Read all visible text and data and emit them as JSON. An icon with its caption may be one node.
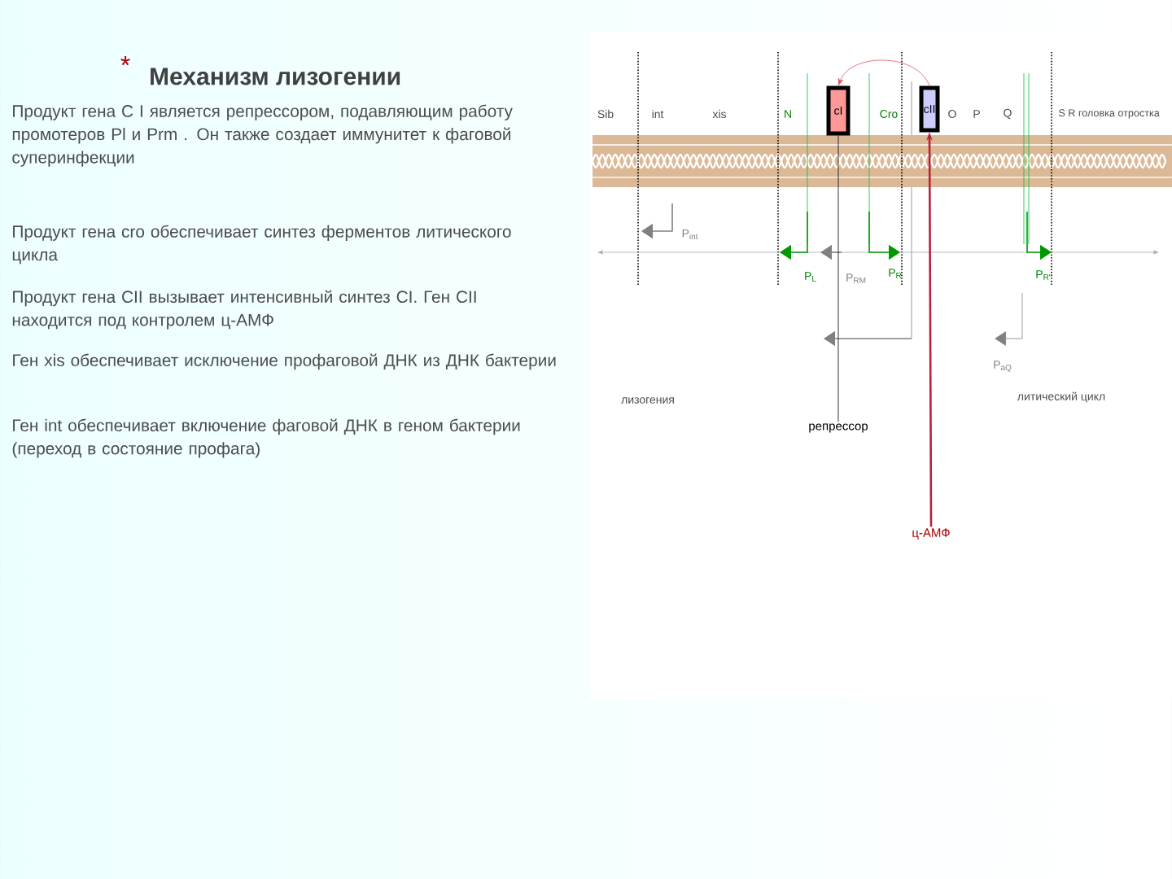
{
  "diagram": {
    "title": "Механизм лизогении",
    "nodes": [
      {
        "text": [
          "cI"
        ]
      },
      {
        "text": [
          "cII"
        ]
      },
      {
        "text": [
          "репрессор"
        ]
      },
      {
        "text": [
          "ц-АМФ"
        ]
      }
    ],
    "edges": [
      {
        "from": 1,
        "to": 0,
        "arrow": "to",
        "color": "#e0505a"
      },
      {
        "from": 0,
        "to": 2,
        "arrow": "none",
        "color": "#000000"
      },
      {
        "from": 3,
        "to": 1,
        "arrow": "to",
        "color": "#b8203c"
      }
    ],
    "labels": [
      "*",
      "Продукт гена C I является репрессором, подавляющим работу промотеров Pl и Prm . Он также создает иммунитет к фаговой суперинфекции",
      "Продукт гена cro обеспечивает синтез ферментов литического цикла",
      "Продукт гена CII вызывает интенсивный синтез CI. Ген CII находится под контролем ц-АМФ",
      "Ген xis обеспечивает исключение профаговой ДНК из ДНК бактерии",
      "Ген int обеспечивает включение фаговой ДНК в геном бактерии (переход в состояние профага)",
      "Sib",
      "int",
      "xis",
      "N",
      "Cro",
      "O",
      "P",
      "Q",
      "S R головка отростка",
      "P$_{int}$",
      "P$_{L}$",
      "P$_{RM}$",
      "P$_{R}$",
      "P$_{R'}$",
      "P$_{aQ}$",
      "лизогения",
      "литический цикл"
    ]
  }
}
